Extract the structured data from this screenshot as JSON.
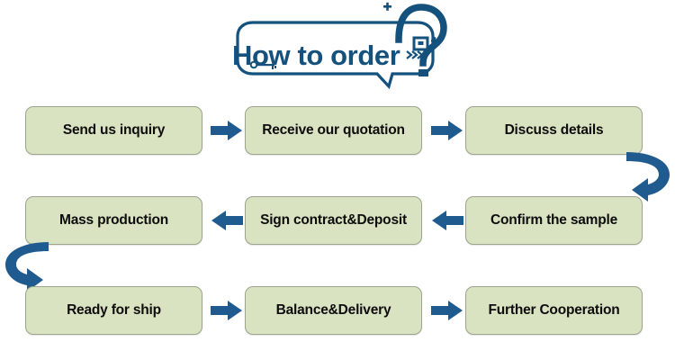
{
  "header": {
    "title": "How to order",
    "icons": [
      {
        "name": "question-mark-icon",
        "glyph": "?"
      },
      {
        "name": "key-icon",
        "glyph": "key"
      },
      {
        "name": "parcel-box-icon",
        "glyph": "box"
      },
      {
        "name": "plus-sparkle-icon",
        "glyph": "+"
      },
      {
        "name": "speech-bubble-icon",
        "glyph": "bubble"
      }
    ],
    "accent_color": "#14517d"
  },
  "theme": {
    "node_fill": "#d9e2c1",
    "node_border": "#9aa58c",
    "arrow_color": "#1f5b8f",
    "text_color": "#0d0d0d",
    "background": "#ffffff"
  },
  "flow": {
    "rows": [
      {
        "direction": "left-to-right",
        "nodes": [
          {
            "label": "Send us inquiry"
          },
          {
            "label": "Receive our quotation"
          },
          {
            "label": "Discuss details"
          }
        ],
        "arrows": [
          "arrow-right",
          "arrow-right"
        ]
      },
      {
        "direction": "right-to-left",
        "nodes": [
          {
            "label": "Mass production"
          },
          {
            "label": "Sign contract&Deposit"
          },
          {
            "label": "Confirm the sample"
          }
        ],
        "arrows": [
          "arrow-left",
          "arrow-left"
        ]
      },
      {
        "direction": "left-to-right",
        "nodes": [
          {
            "label": "Ready for ship"
          },
          {
            "label": "Balance&Delivery"
          },
          {
            "label": "Further Cooperation"
          }
        ],
        "arrows": [
          "arrow-right",
          "arrow-right"
        ]
      }
    ],
    "wrap_arrows": [
      {
        "name": "wrap-arrow-right",
        "from_row": 1,
        "to_row": 2,
        "side": "right"
      },
      {
        "name": "wrap-arrow-left",
        "from_row": 2,
        "to_row": 3,
        "side": "left"
      }
    ]
  }
}
